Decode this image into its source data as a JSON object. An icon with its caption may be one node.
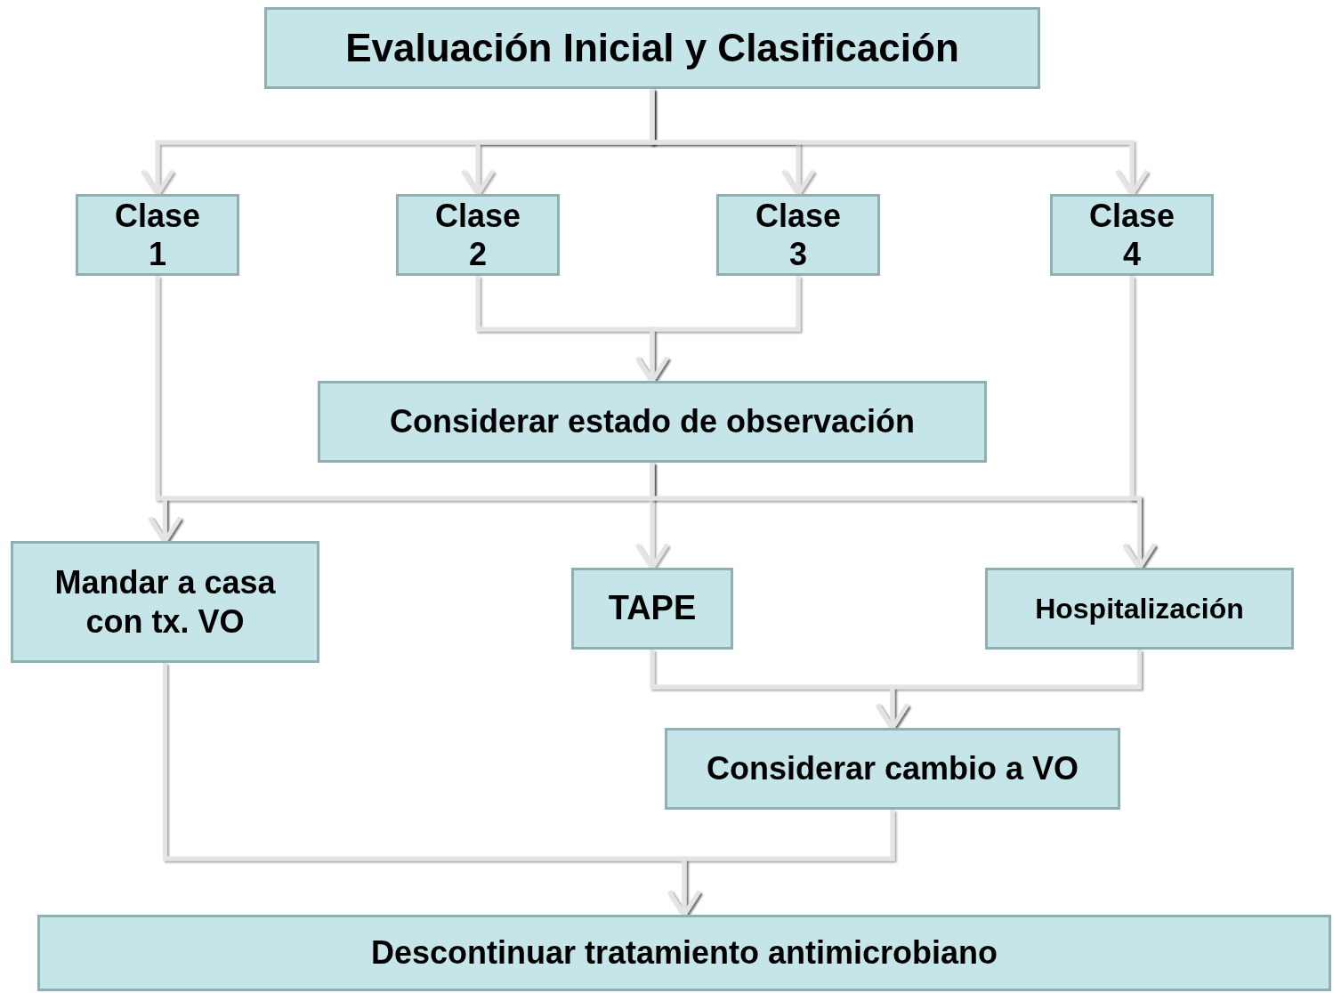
{
  "diagram": {
    "nodes": [
      {
        "text": [
          "Evaluación Inicial y Clasificación"
        ]
      },
      {
        "text": [
          "Clase 1"
        ]
      },
      {
        "text": [
          "Clase 2"
        ]
      },
      {
        "text": [
          "Clase 3"
        ]
      },
      {
        "text": [
          "Clase 4"
        ]
      },
      {
        "text": [
          "Considerar estado de observación"
        ]
      },
      {
        "text": [
          "Mandar a casa con tx. VO"
        ]
      },
      {
        "text": [
          "TAPE"
        ]
      },
      {
        "text": [
          "Hospitalización"
        ]
      },
      {
        "text": [
          "Considerar cambio a VO"
        ]
      },
      {
        "text": [
          "Descontinuar tratamiento antimicrobiano"
        ]
      }
    ],
    "edges": [
      {
        "from": 0,
        "to": 1,
        "arrow": "to"
      },
      {
        "from": 0,
        "to": 2,
        "arrow": "to"
      },
      {
        "from": 0,
        "to": 3,
        "arrow": "to"
      },
      {
        "from": 0,
        "to": 4,
        "arrow": "to"
      },
      {
        "from": 2,
        "to": 5,
        "arrow": "to"
      },
      {
        "from": 3,
        "to": 5,
        "arrow": "to"
      },
      {
        "from": 1,
        "to": 6,
        "arrow": "to"
      },
      {
        "from": 5,
        "to": 6,
        "arrow": "to"
      },
      {
        "from": 5,
        "to": 7,
        "arrow": "to"
      },
      {
        "from": 5,
        "to": 8,
        "arrow": "to"
      },
      {
        "from": 4,
        "to": 8,
        "arrow": "to"
      },
      {
        "from": 7,
        "to": 9,
        "arrow": "to"
      },
      {
        "from": 8,
        "to": 9,
        "arrow": "to"
      },
      {
        "from": 6,
        "to": 10,
        "arrow": "to"
      },
      {
        "from": 9,
        "to": 10,
        "arrow": "to"
      }
    ]
  }
}
